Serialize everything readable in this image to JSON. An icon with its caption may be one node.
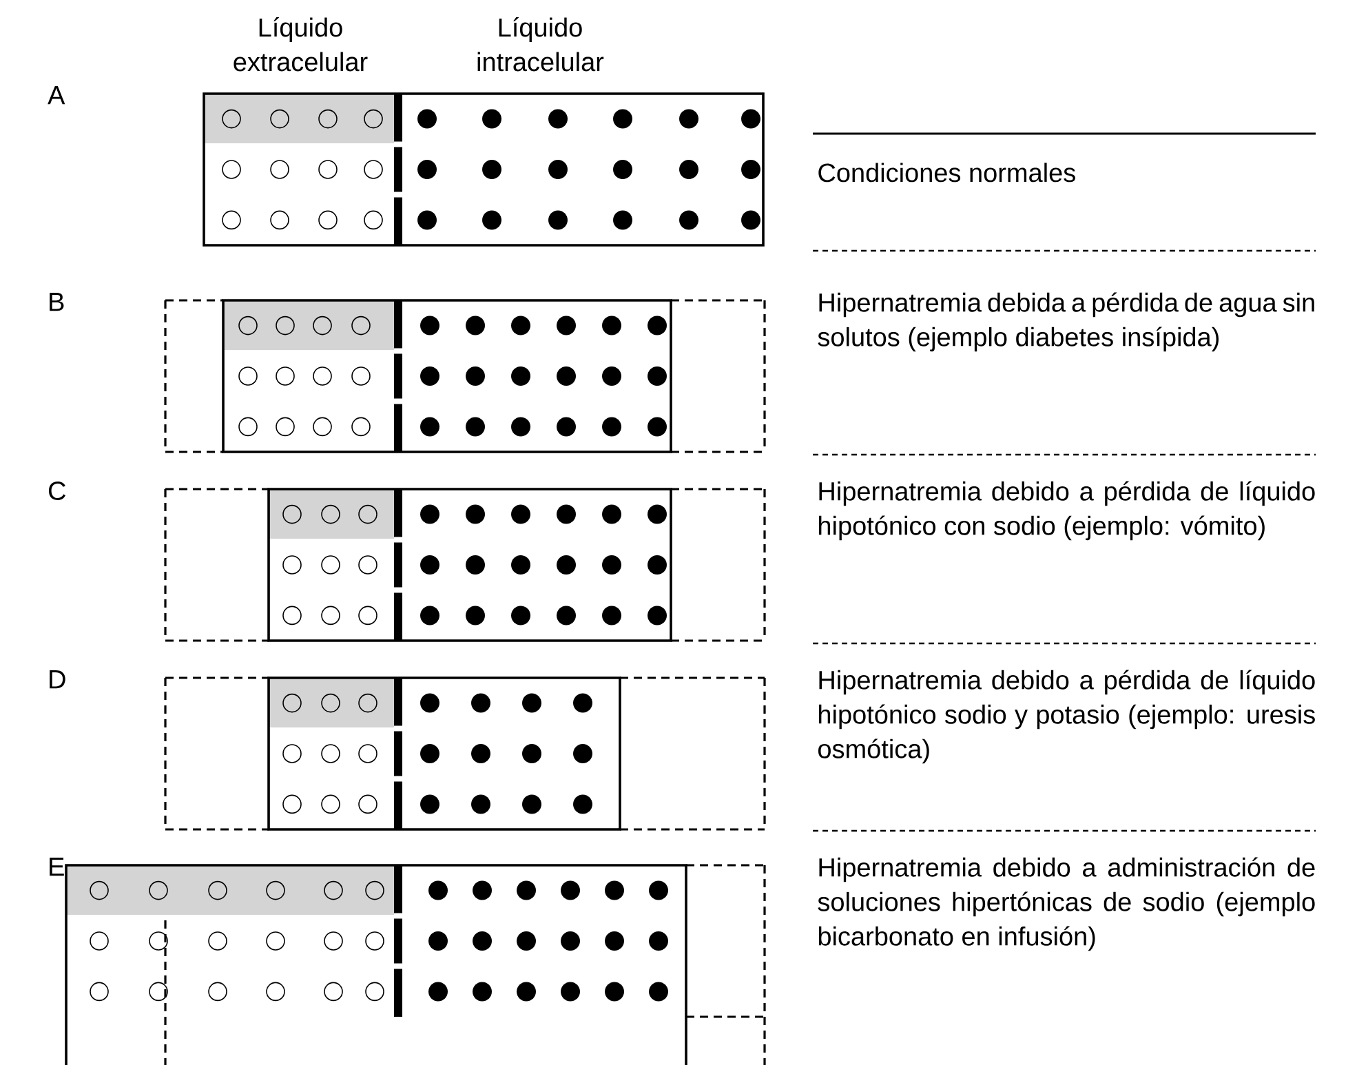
{
  "diagram": {
    "labels": [
      "Líquido extracelular",
      "Líquido intracelular",
      "A",
      "Condiciones normales",
      "B",
      "Hipernatremia debida a pérdida de agua sin solutos (ejemplo diabetes insípida)",
      "C",
      "Hipernatremia debido a pérdida de líquido hipotónico con sodio (ejemplo: vómito)",
      "D",
      "Hipernatremia debido a pérdida de líquido hipotónico sodio y potasio (ejemplo: uresis osmótica)",
      "E",
      "Hipernatremia debido a administración de soluciones hipertónicas de sodio (ejemplo bicarbonato en infusión)"
    ]
  }
}
